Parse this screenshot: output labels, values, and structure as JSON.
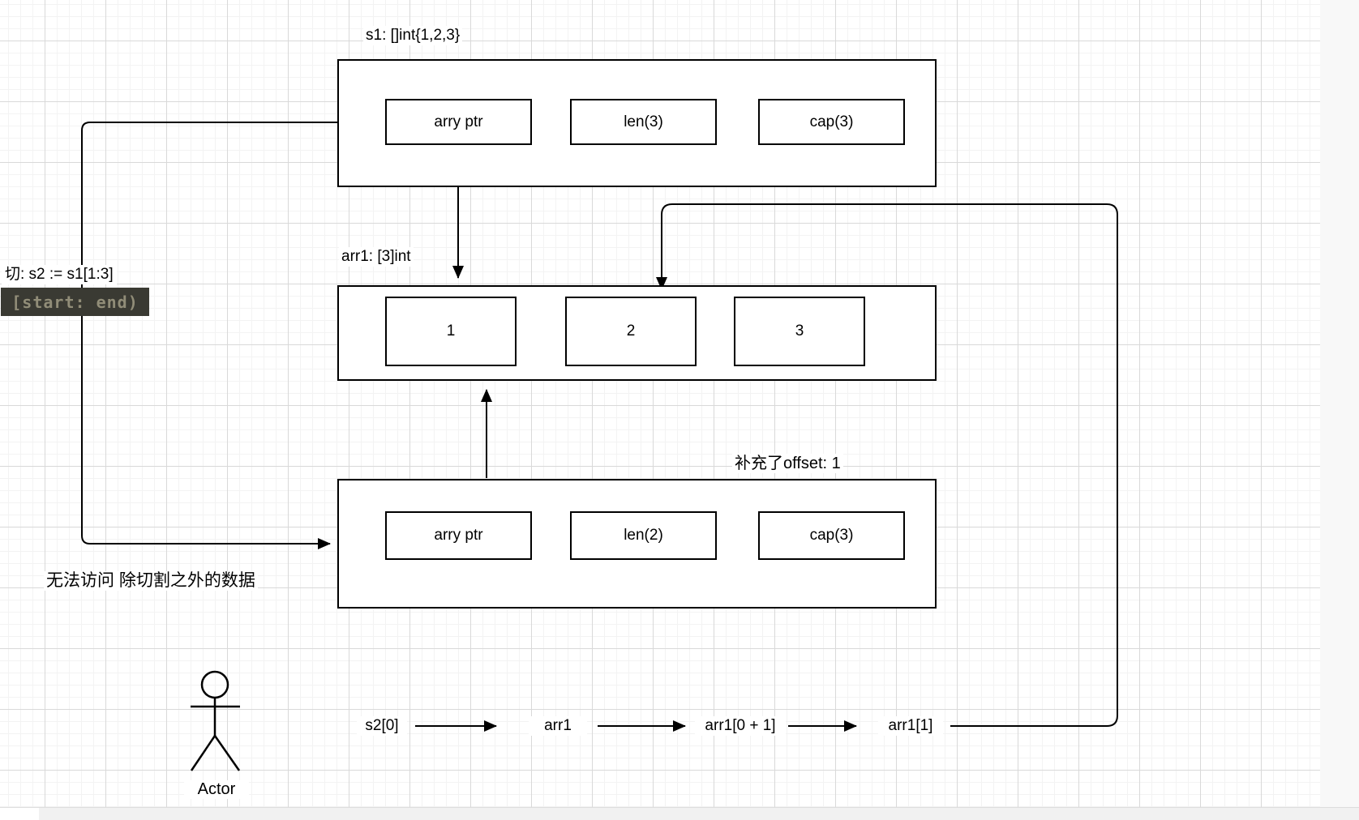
{
  "diagram_title_note": "Go slice internals diagram",
  "s1": {
    "title": "s1: []int{1,2,3}",
    "fields": [
      "arry ptr",
      "len(3)",
      "cap(3)"
    ]
  },
  "arr1": {
    "title": "arr1: [3]int",
    "cells": [
      "1",
      "2",
      "3"
    ]
  },
  "s2": {
    "note": "补充了offset: 1",
    "fields": [
      "arry ptr",
      "len(2)",
      "cap(3)"
    ]
  },
  "annotations": {
    "slice_expr": "切:  s2 := s1[1:3]",
    "range_code": "[start: end)",
    "no_access": "无法访问 除切割之外的数据"
  },
  "flow": {
    "steps": [
      "s2[0]",
      "arr1",
      "arr1[0 + 1]",
      "arr1[1]"
    ]
  },
  "actor": {
    "label": "Actor"
  },
  "colors": {
    "code_bg": "#3A3A33",
    "code_fg": "#918D78",
    "stroke": "#000000"
  }
}
